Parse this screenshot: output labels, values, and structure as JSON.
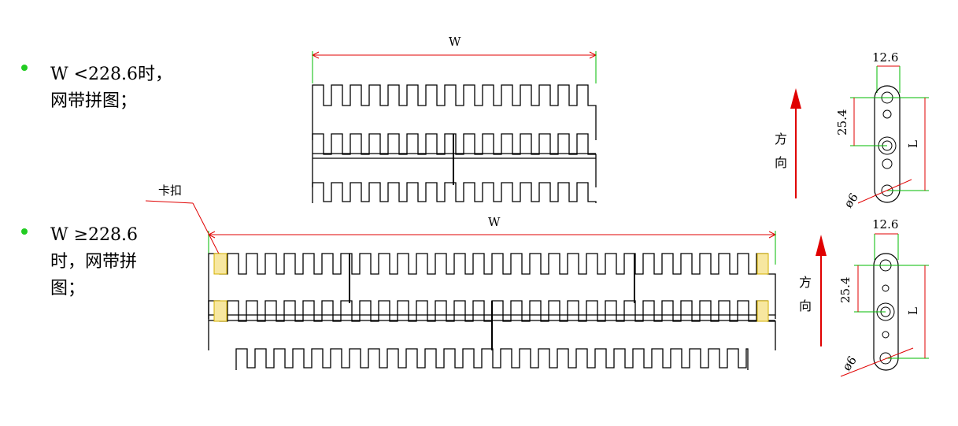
{
  "notes": {
    "top": {
      "line1": "W  <228.6时，",
      "line2": "网带拼图；"
    },
    "bottom": {
      "line1": "W  ≥228.6",
      "line2": "时，网带拼",
      "line3": "图；"
    }
  },
  "labels": {
    "width_top": "W",
    "width_bottom": "W",
    "clip": "卡扣",
    "direction_char1": "方",
    "direction_char2": "向",
    "pitch_top": "25.4",
    "pitch_bottom": "25.4",
    "thickness_top": "12.6",
    "thickness_bottom": "12.6",
    "length_top": "L",
    "length_bottom": "L",
    "hole_top": "ø6",
    "hole_bottom": "ø6"
  },
  "colors": {
    "bullet": "#22cc22",
    "dimension": "#e00000",
    "extension": "#00bb00",
    "arrow": "#e00000",
    "clip_fill": "#f7e7a0",
    "clip_stroke": "#d4b000",
    "outline": "#000000"
  }
}
